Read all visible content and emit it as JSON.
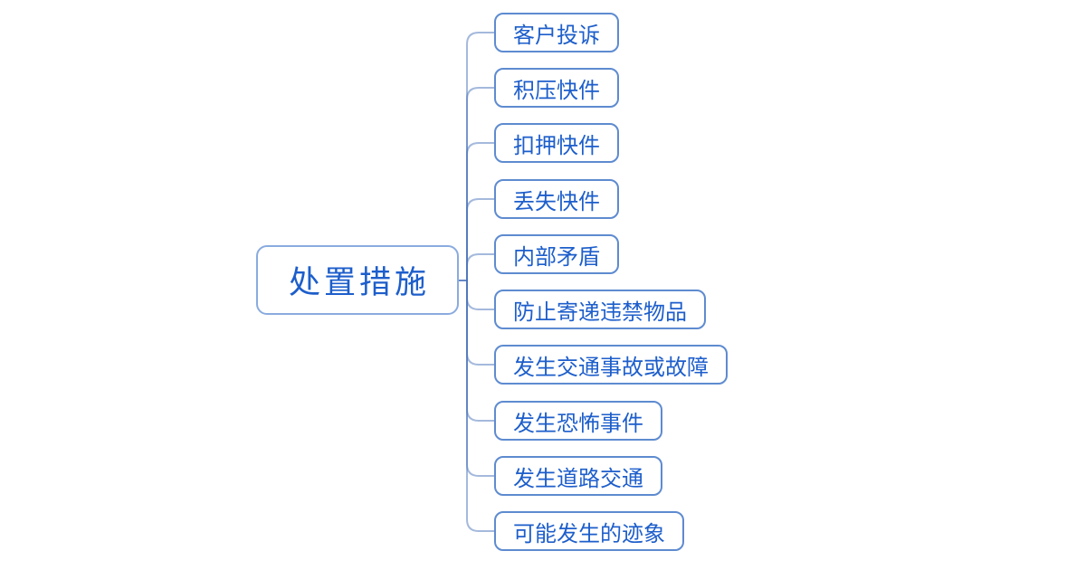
{
  "mindmap": {
    "root": {
      "label": "处置措施"
    },
    "children": [
      {
        "label": "客户投诉"
      },
      {
        "label": "积压快件"
      },
      {
        "label": "扣押快件"
      },
      {
        "label": "丢失快件"
      },
      {
        "label": "内部矛盾"
      },
      {
        "label": "防止寄递违禁物品"
      },
      {
        "label": "发生交通事故或故障"
      },
      {
        "label": "发生恐怖事件"
      },
      {
        "label": "发生道路交通"
      },
      {
        "label": "可能发生的迹象"
      }
    ],
    "colors": {
      "background": "#ffffff",
      "text": "#1d5ecb",
      "root_border": "#8aabdf",
      "child_border": "#5e8bd0",
      "connector": "#4a74ba"
    }
  }
}
